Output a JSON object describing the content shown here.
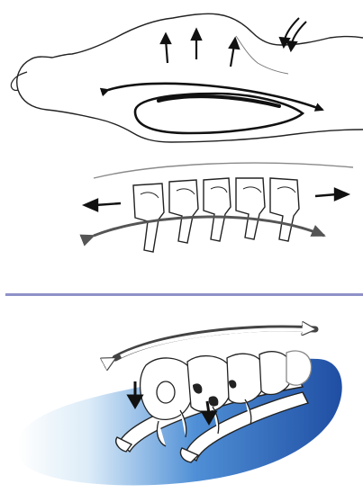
{
  "colors": {
    "line": "#222222",
    "arrow_dark": "#111111",
    "arrow_gray": "#555555",
    "curve_gray": "#8a8a8a",
    "divider": "#8f92c8",
    "mat_dark": "#1f4ea3",
    "mat_mid": "#4f8fd6",
    "mat_light": "#dcecf8"
  },
  "illustrations": [
    {
      "name": "prone-torso-sketch",
      "icon": "human-torso-outline"
    },
    {
      "name": "vertebrae-chain-sketch",
      "icon": "spine-segment-outline"
    },
    {
      "name": "spine-on-mat-illustration",
      "icon": "vertebra-on-mat"
    }
  ]
}
